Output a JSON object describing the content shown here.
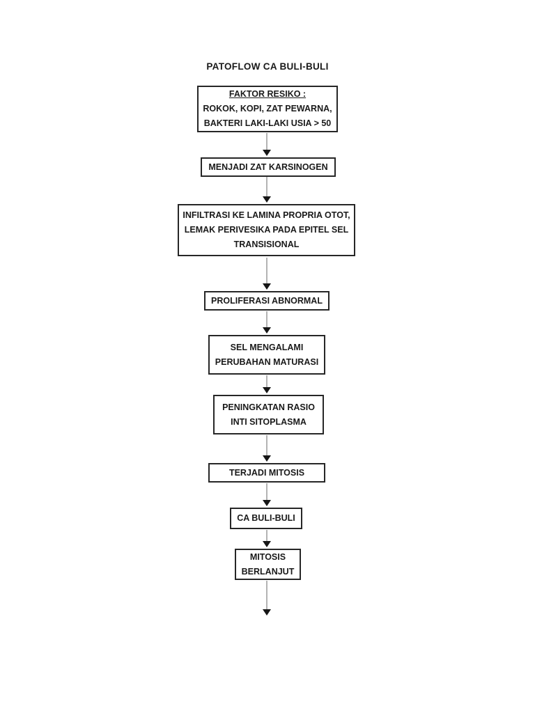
{
  "flowchart": {
    "title": "PATOFLOW CA BULI-BULI",
    "nodes": [
      {
        "name": "faktor-resiko",
        "heading": "FAKTOR RESIKO :",
        "body": "ROKOK, KOPI, ZAT PEWARNA,\nBAKTERI LAKI-LAKI USIA > 50"
      },
      {
        "name": "menjadi-zat-karsinogen",
        "label": "MENJADI ZAT KARSINOGEN"
      },
      {
        "name": "infiltrasi-lamina-propria",
        "label": "INFILTRASI KE LAMINA PROPRIA OTOT,\nLEMAK PERIVESIKA PADA EPITEL SEL\nTRANSISIONAL"
      },
      {
        "name": "proliferasi-abnormal",
        "label": "PROLIFERASI ABNORMAL"
      },
      {
        "name": "sel-mengalami-perubahan-maturasi",
        "label": "SEL MENGALAMI\nPERUBAHAN MATURASI"
      },
      {
        "name": "peningkatan-rasio-inti-sitoplasma",
        "label": "PENINGKATAN RASIO\nINTI SITOPLASMA"
      },
      {
        "name": "terjadi-mitosis",
        "label": "TERJADI MITOSIS"
      },
      {
        "name": "ca-buli-buli",
        "label": "CA BULI-BULI"
      },
      {
        "name": "mitosis-berlanjut",
        "label": "MITOSIS\nBERLANJUT"
      }
    ],
    "colors": {
      "background": "#ffffff",
      "text": "#1a1a1a",
      "box_border": "#262626",
      "arrow_stem": "#b3b3b3",
      "arrow_head": "#161616"
    }
  }
}
